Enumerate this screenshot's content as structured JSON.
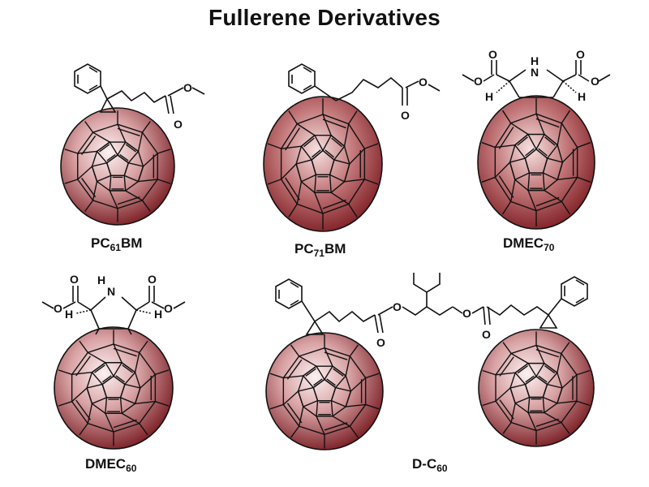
{
  "title": "Fullerene Derivatives",
  "colors": {
    "sphere_core": "#7a1f25",
    "sphere_light": "#f6e6e6",
    "line": "#111111"
  },
  "compounds": [
    {
      "id": "pc61bm",
      "label_main": "PC",
      "label_sub": "61",
      "label_tail": "BM"
    },
    {
      "id": "pc71bm",
      "label_main": "PC",
      "label_sub": "71",
      "label_tail": "BM"
    },
    {
      "id": "dmec70",
      "label_main": "DMEC",
      "label_sub": "70",
      "label_tail": ""
    },
    {
      "id": "dmec60",
      "label_main": "DMEC",
      "label_sub": "60",
      "label_tail": ""
    },
    {
      "id": "dc60",
      "label_main": "D-C",
      "label_sub": "60",
      "label_tail": ""
    }
  ],
  "atoms": {
    "oxygen": "O",
    "nitrogen": "N",
    "hydrogen": "H"
  }
}
